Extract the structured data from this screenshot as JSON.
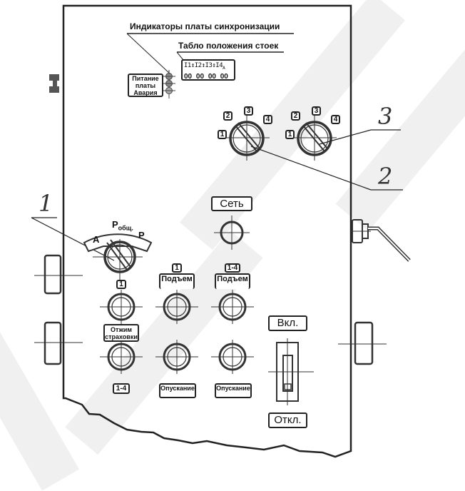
{
  "diagram": {
    "header_labels": {
      "sync_indicators": "Индикаторы платы синхронизации",
      "position_display": "Табло положения стоек"
    },
    "indicator_panel": {
      "lines": [
        "Питание",
        "платы",
        "Авария"
      ]
    },
    "position_display": {
      "channels": [
        "I1",
        "I2",
        "I3",
        "I4"
      ],
      "suffix": "A",
      "values": [
        "00",
        "00",
        "00",
        "00"
      ]
    },
    "selectors": {
      "positions": [
        "1",
        "2",
        "3",
        "4"
      ]
    },
    "main_switch": {
      "left": "A",
      "center": "P",
      "center_sub": "общ.",
      "right": "P"
    },
    "network": {
      "label": "Сеть"
    },
    "buttons": {
      "col1_top_tag": "1",
      "col1_mid_label_line1": "Отжим",
      "col1_mid_label_line2": "страховки",
      "col1_bottom_tag": "1-4",
      "col2_top_tag": "1",
      "col2_up_label": "Подъем",
      "col2_down_label": "Опускание",
      "col3_top_tag": "1-4",
      "col3_up_label": "Подъем",
      "col3_down_label": "Опускание"
    },
    "power_switch": {
      "on_label": "Вкл.",
      "off_label": "Откл."
    },
    "callouts": [
      "1",
      "2",
      "3"
    ]
  }
}
